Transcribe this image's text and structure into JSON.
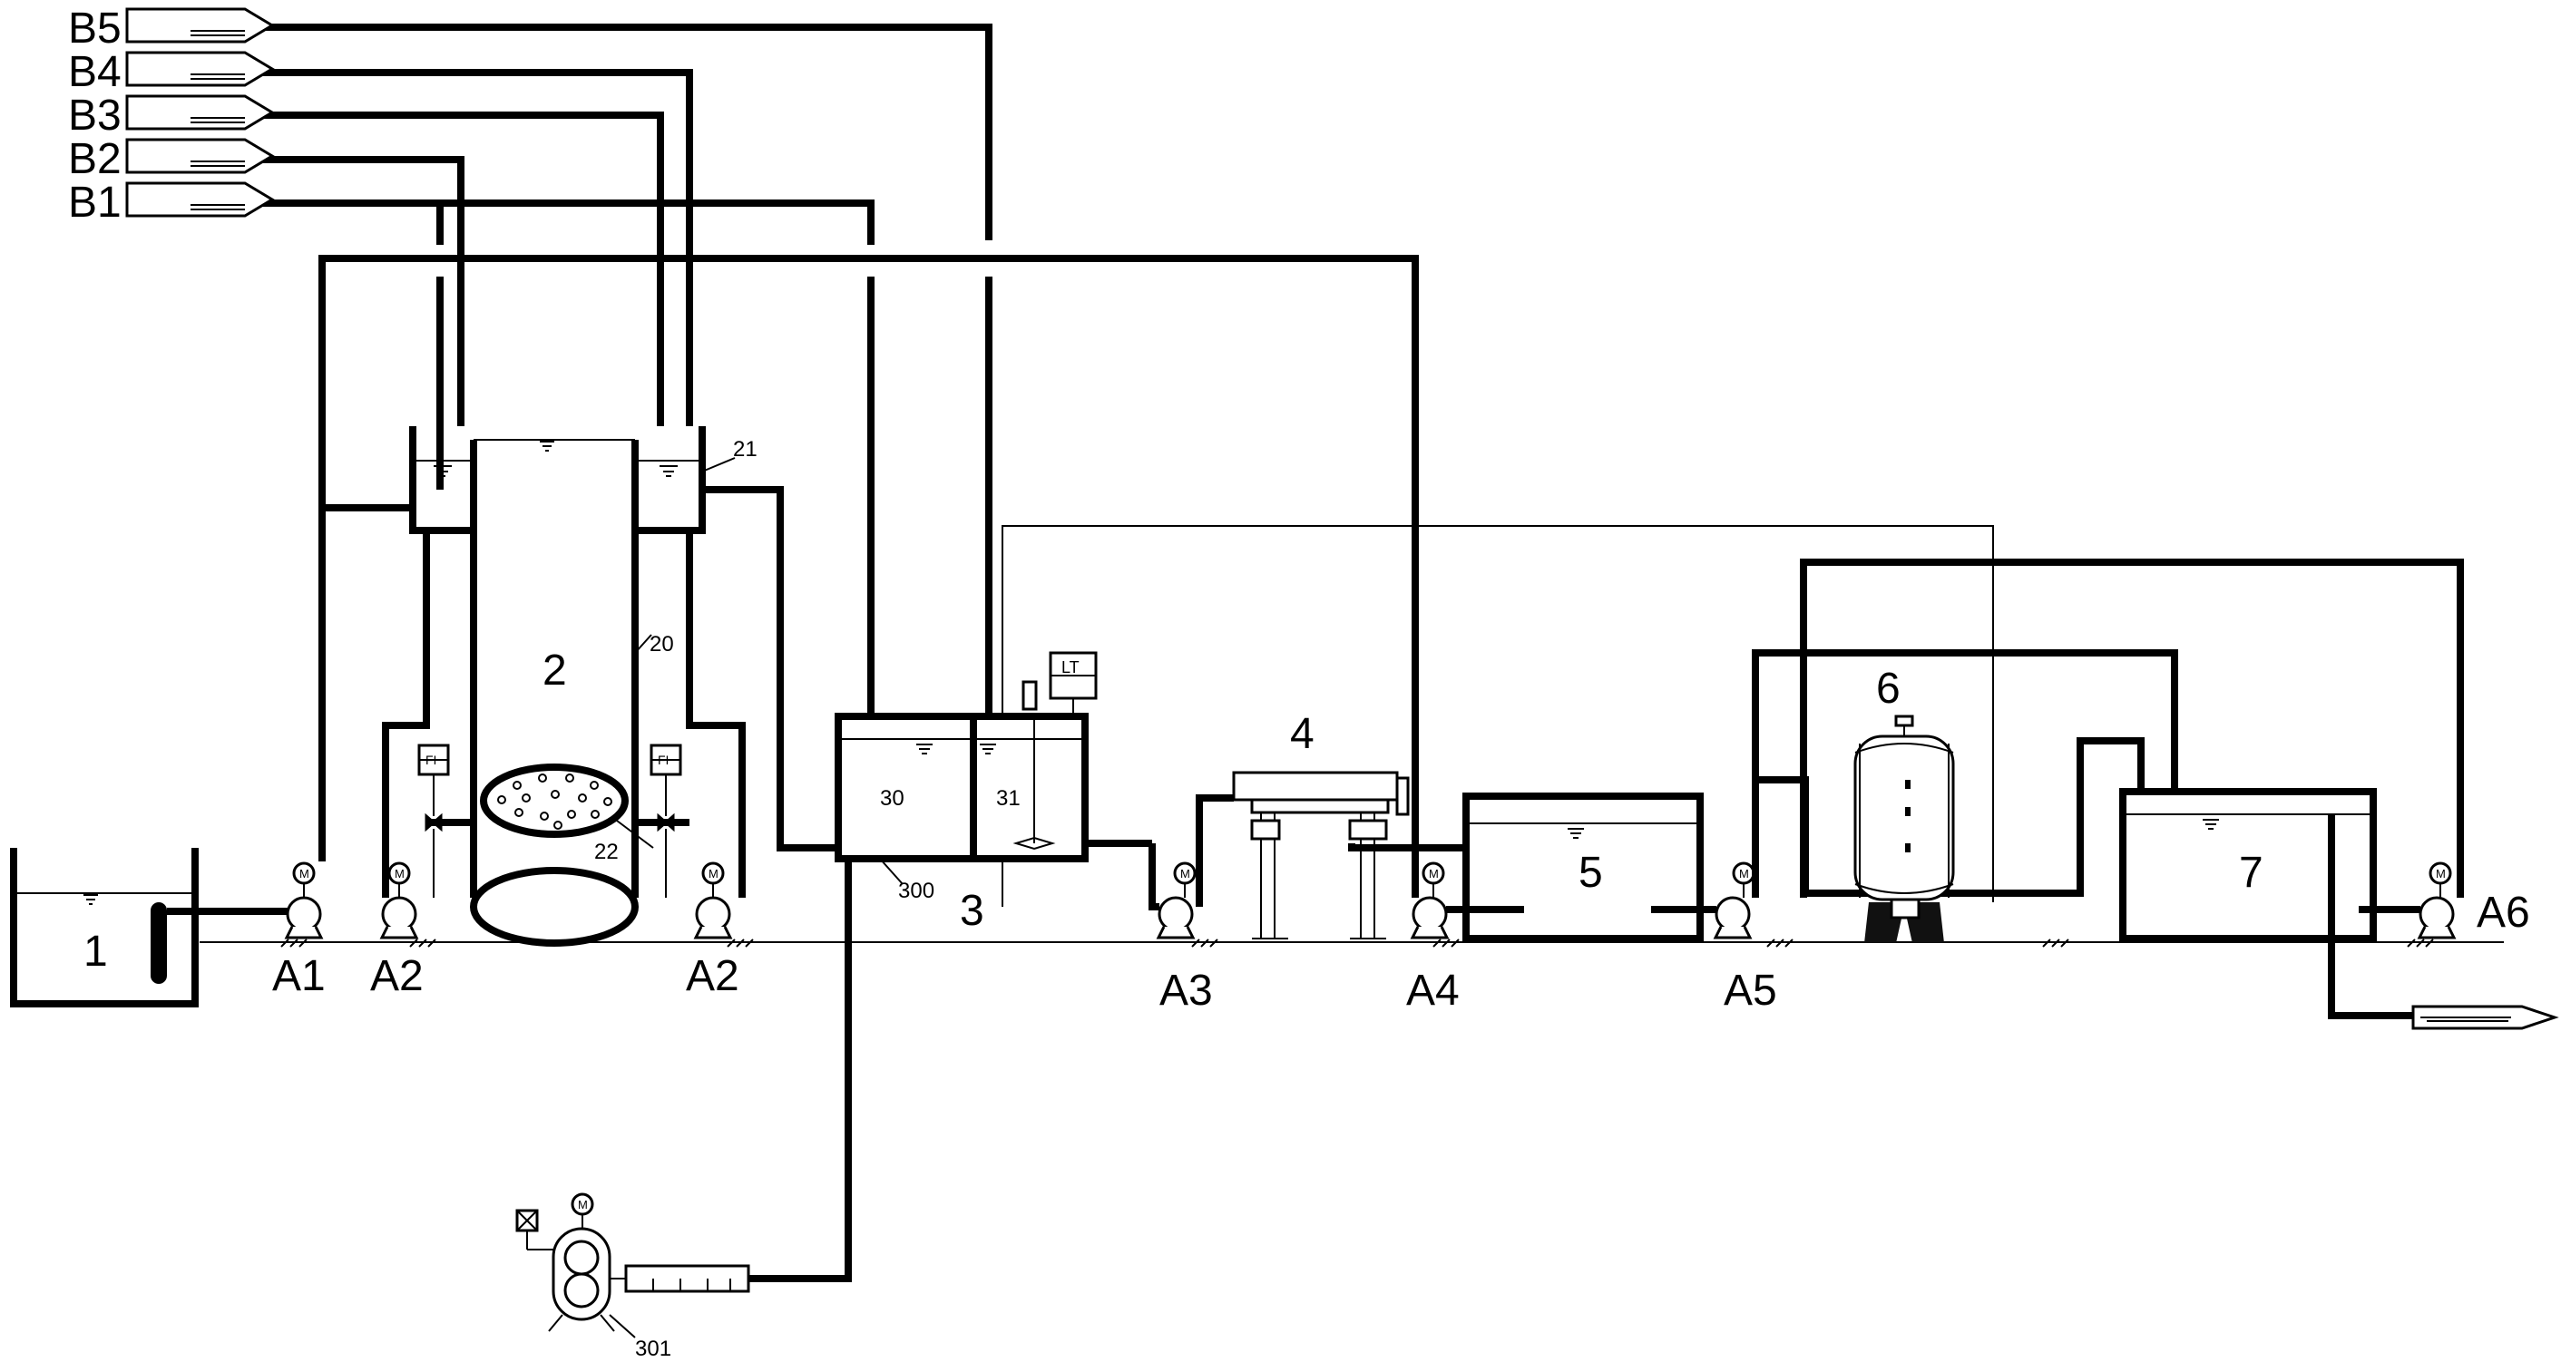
{
  "diagram": {
    "units": {
      "u1": "1",
      "u2": "2",
      "u3": "3",
      "u4": "4",
      "u5": "5",
      "u6": "6",
      "u7": "7",
      "u20": "20",
      "u21": "21",
      "u22": "22",
      "u30": "30",
      "u31": "31",
      "u300": "300",
      "u301": "301"
    },
    "pumps": [
      "A1",
      "A2",
      "A2",
      "A3",
      "A4",
      "A5",
      "A6"
    ],
    "inlets": [
      "B5",
      "B4",
      "B3",
      "B2",
      "B1"
    ],
    "instrument_fi": "FI",
    "instrument_lt": "LT",
    "motor": "M"
  }
}
